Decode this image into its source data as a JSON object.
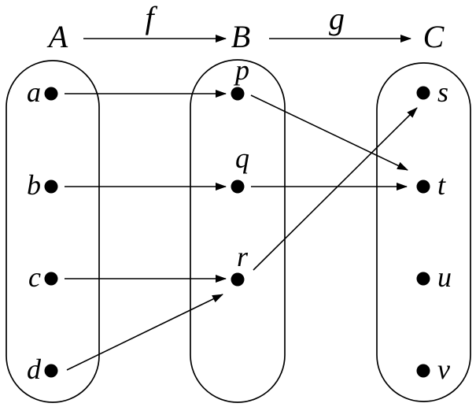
{
  "diagram": {
    "header": {
      "set_a": "A",
      "map_f": "f",
      "set_b": "B",
      "map_g": "g",
      "set_c": "C"
    },
    "elements": {
      "a": "a",
      "b": "b",
      "c": "c",
      "d": "d",
      "p": "p",
      "q": "q",
      "r": "r",
      "s": "s",
      "t": "t",
      "u": "u",
      "v": "v"
    },
    "sets": {
      "A": [
        "a",
        "b",
        "c",
        "d"
      ],
      "B": [
        "p",
        "q",
        "r"
      ],
      "C": [
        "s",
        "t",
        "u",
        "v"
      ]
    },
    "mappings": {
      "f": [
        [
          "a",
          "p"
        ],
        [
          "b",
          "q"
        ],
        [
          "c",
          "r"
        ],
        [
          "d",
          "r"
        ]
      ],
      "g": [
        [
          "p",
          "t"
        ],
        [
          "q",
          "t"
        ],
        [
          "r",
          "s"
        ]
      ]
    },
    "colors": {
      "ink": "#000000",
      "background": "#ffffff"
    }
  }
}
